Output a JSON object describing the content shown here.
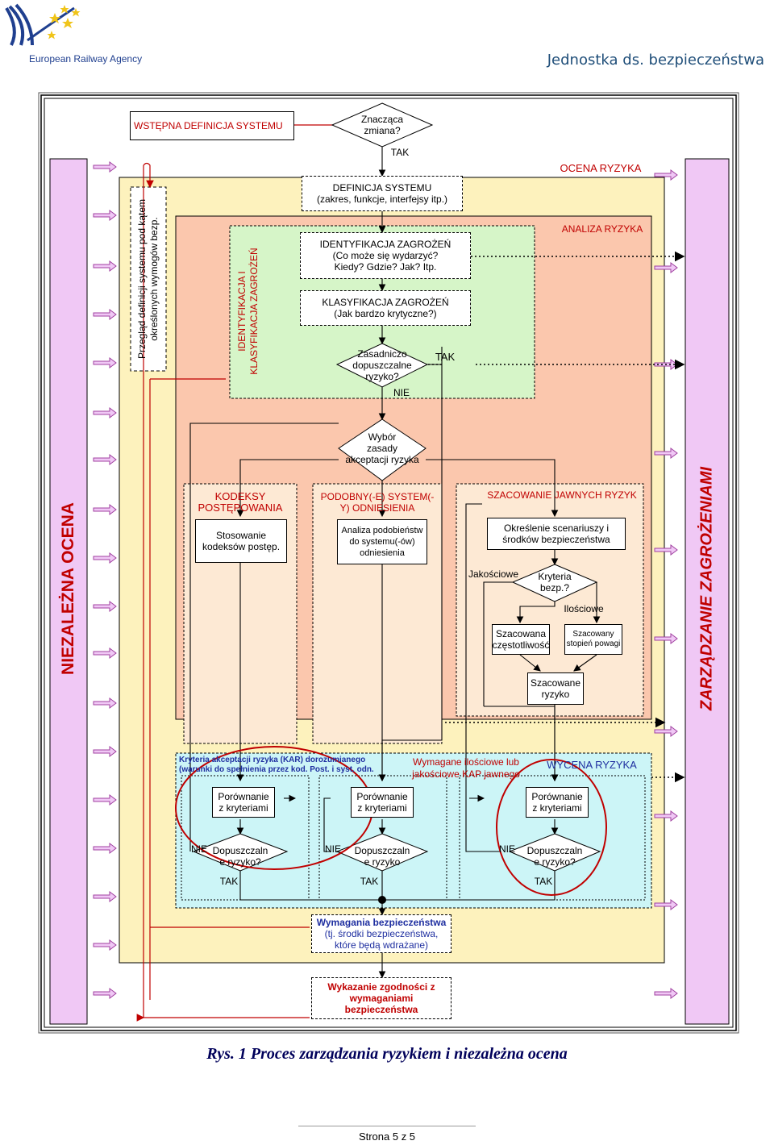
{
  "header": {
    "org_name": "European Railway Agency",
    "page_label": "Jednostka ds. bezpieczeństwa"
  },
  "diagram": {
    "system_definition_initial": "WSTĘPNA DEFINICJA SYSTEMU",
    "significant_change": "Znacząca\nzmiana?",
    "tak": "TAK",
    "nie": "NIE",
    "system_definition_title": "DEFINICJA SYSTEMU",
    "system_definition_detail": "(zakres, funkcje, interfejsy itp.)",
    "risk_assessment": "OCENA RYZYKA",
    "risk_analysis": "ANALIZA RYZYKA",
    "review_text": "Przegląd definicji systemu pod kątem\nokreślonych wymogów bezp.",
    "hazard_id_vertical": "IDENTYFIKACJA I\nKLASYFIKACJA ZAGROŻEŃ",
    "hazard_identification_title": "IDENTYFIKACJA ZAGROŻEŃ",
    "hazard_identification_detail": "(Co może się wydarzyć?\nKiedy? Gdzie? Jak? Itp.",
    "hazard_classification_title": "KLASYFIKACJA ZAGROŻEŃ",
    "hazard_classification_detail": "(Jak bardzo krytyczne?)",
    "broadly_acceptable": "Zasadniczo\ndopuszczalne\nryzyko?",
    "principle_choice": "Wybór\nzasady\nakceptacji ryzyka",
    "independent_assessment": "NIEZALEŻNA OCENA",
    "hazard_management": "ZARZĄDZANIE ZAGROŻENIAMI",
    "codes_title": "KODEKSY\nPOSTĘPOWANIA",
    "codes_box": "Stosowanie\nkodeksów postęp.",
    "reference_title": "PODOBNY(-E) SYSTEM(-\nY) ODNIESIENIA",
    "reference_box": "Analiza podobieństw\ndo systemu(-ów)\nodniesienia",
    "explicit_title": "SZACOWANIE JAWNYCH RYZYK",
    "explicit_box": "Określenie scenariuszy i\nśrodków bezpieczeństwa",
    "qualitative": "Jakościowe",
    "quantitative": "Ilościowe",
    "safety_criteria": "Kryteria\nbezp.?",
    "estimated_frequency": "Szacowana\nczęstotliwość",
    "estimated_severity": "Szacowany\nstopień powagi",
    "estimated_risk": "Szacowane\nryzyko",
    "rac_criteria": "Kryteria akceptacji ryzyka (KAR) dorozumianego\n(warunki do spełnienia przez kod. Post. i syst. odn.",
    "required_rac": "Wymagane ilościowe lub\njakościowe KAP jawnego",
    "risk_evaluation": "WYCENA RYZYKA",
    "comparison": "Porównanie\nz kryteriami",
    "acceptable_q": "Dopuszczaln\ne ryzyko?",
    "acceptable_plain": "Dopuszczaln\ne ryzyko",
    "safety_requirements_title": "Wymagania bezpieczeństwa",
    "safety_requirements_detail": "(tj. środki bezpieczeństwa,\nktóre będą wdrażane)",
    "compliance": "Wykazanie zgodności z\nwymaganiami\nbezpieczeństwa"
  },
  "caption": "Rys. 1  Proces zarządzania ryzykiem i niezależna ocena",
  "footer": "Strona 5 z 5"
}
